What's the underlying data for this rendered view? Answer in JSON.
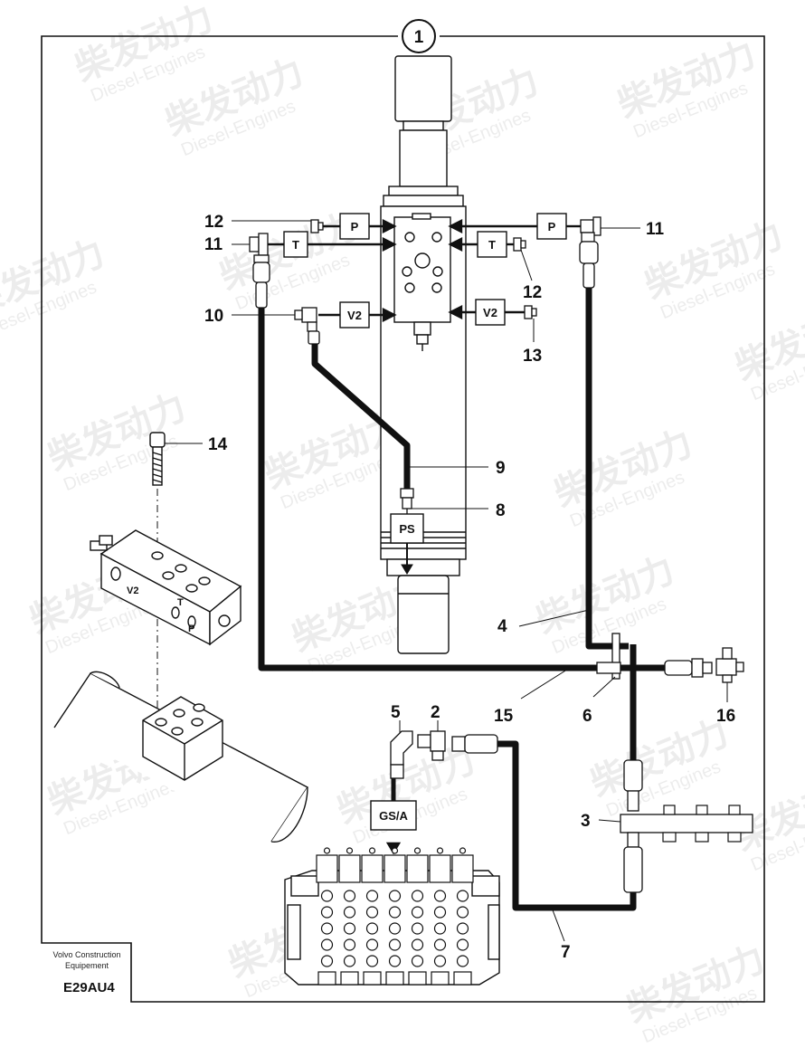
{
  "figure": {
    "main_marker": "1",
    "component_boxes": {
      "p_left": "P",
      "p_right": "P",
      "t_left": "T",
      "t_right": "T",
      "v2_left": "V2",
      "v2_right": "V2",
      "ps": "PS",
      "gsa": "GS/A"
    },
    "callouts": [
      "12",
      "11",
      "10",
      "11",
      "12",
      "13",
      "14",
      "9",
      "8",
      "4",
      "15",
      "6",
      "16",
      "5",
      "2",
      "3",
      "7"
    ],
    "block_port_labels": {
      "v2": "V2",
      "t": "T",
      "p": "P"
    }
  },
  "watermark": {
    "chinese": "柴发动力",
    "english": "Diesel-Engines"
  },
  "credit": {
    "line1": "Volvo Construction",
    "line2": "Equipement",
    "code": "E29AU4"
  }
}
